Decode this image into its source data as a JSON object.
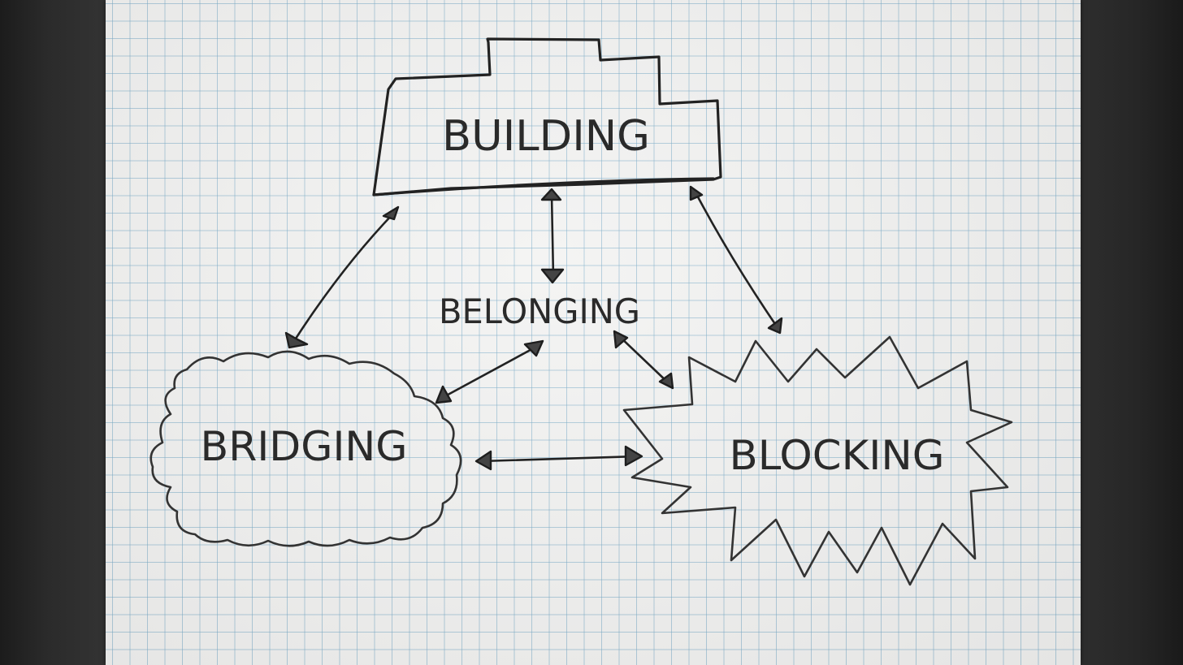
{
  "nodes": {
    "building": {
      "label": "BUILDING"
    },
    "belonging": {
      "label": "BELONGING"
    },
    "bridging": {
      "label": "BRIDGING"
    },
    "blocking": {
      "label": "BLOCKING"
    }
  },
  "edges": [
    {
      "from": "building",
      "to": "bridging",
      "bidirectional": true
    },
    {
      "from": "building",
      "to": "belonging",
      "bidirectional": true
    },
    {
      "from": "building",
      "to": "blocking",
      "bidirectional": true
    },
    {
      "from": "belonging",
      "to": "bridging",
      "bidirectional": true
    },
    {
      "from": "belonging",
      "to": "blocking",
      "bidirectional": true
    },
    {
      "from": "bridging",
      "to": "blocking",
      "bidirectional": true
    }
  ],
  "colors": {
    "ink": "#2a2a2a",
    "grid": "#78aac8",
    "paper": "#f3f3f2",
    "background": "#2b2b2b"
  }
}
